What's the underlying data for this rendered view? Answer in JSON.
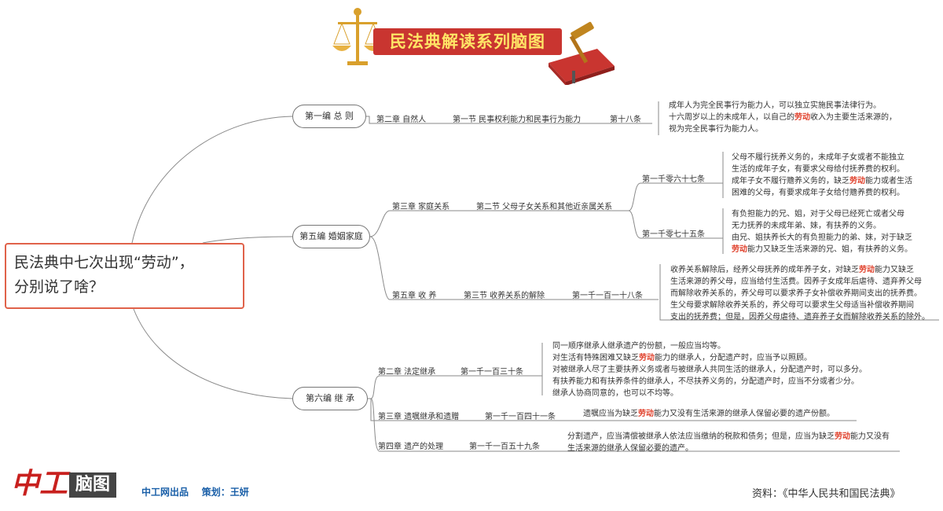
{
  "header": {
    "title": "民法典解读系列脑图"
  },
  "root": {
    "line1": "民法典中七次出现“劳动”，",
    "line2": "分别说了啥？"
  },
  "branches": {
    "b1": {
      "label": "第一编  总  则",
      "chapter": "第二章  自然人",
      "section": "第一节  民事权利能力和民事行为能力",
      "article": "第十八条",
      "text": [
        [
          "成年人为完全民事行为能力人，可以独立实施民事法律行为。"
        ],
        [
          "十六周岁以上的未成年人，以自己的",
          "劳动",
          "收入为主要生活来源的，"
        ],
        [
          "视为完全民事行为能力人。"
        ]
      ]
    },
    "b5": {
      "label": "第五编  婚姻家庭",
      "chapter1": "第三章  家庭关系",
      "section1": "第二节  父母子女关系和其他近亲属关系",
      "article1": "第一千零六十七条",
      "text1": [
        [
          "父母不履行抚养义务的，未成年子女或者不能独立"
        ],
        [
          "生活的成年子女，有要求父母给付抚养费的权利。"
        ],
        [
          "成年子女不履行赡养义务的，缺乏",
          "劳动",
          "能力或者生活"
        ],
        [
          "困难的父母，有要求成年子女给付赡养费的权利。"
        ]
      ],
      "article2": "第一千零七十五条",
      "text2": [
        [
          "有负担能力的兄、姐，对于父母已经死亡或者父母"
        ],
        [
          "无力抚养的未成年弟、妹，有扶养的义务。"
        ],
        [
          "由兄、姐扶养长大的有负担能力的弟、妹，对于缺乏"
        ],
        [
          "",
          "劳动",
          "能力又缺乏生活来源的兄、姐，有扶养的义务。"
        ]
      ],
      "chapter2": "第五章  收  养",
      "section2": "第三节  收养关系的解除",
      "article3": "第一千一百一十八条",
      "text3": [
        [
          "收养关系解除后，经养父母抚养的成年养子女，对缺乏",
          "劳动",
          "能力又缺乏"
        ],
        [
          "生活来源的养父母，应当给付生活费。因养子女成年后虐待、遗弃养父母"
        ],
        [
          "而解除收养关系的，养父母可以要求养子女补偿收养期间支出的抚养费。"
        ],
        [
          "生父母要求解除收养关系的，养父母可以要求生父母适当补偿收养期间"
        ],
        [
          "支出的抚养费；但是，因养父母虐待、遗弃养子女而解除收养关系的除外。"
        ]
      ]
    },
    "b6": {
      "label": "第六编  继  承",
      "chapter1": "第二章  法定继承",
      "article1": "第一千一百三十条",
      "text1": [
        [
          "同一顺序继承人继承遗产的份额，一般应当均等。"
        ],
        [
          "对生活有特殊困难又缺乏",
          "劳动",
          "能力的继承人，分配遗产时，应当予以照顾。"
        ],
        [
          "对被继承人尽了主要扶养义务或者与被继承人共同生活的继承人，分配遗产时，可以多分。"
        ],
        [
          "有扶养能力和有扶养条件的继承人，不尽扶养义务的，分配遗产时，应当不分或者少分。"
        ],
        [
          "继承人协商同意的，也可以不均等。"
        ]
      ],
      "chapter2": "第三章  遗嘱继承和遗赠",
      "article2": "第一千一百四十一条",
      "text2": [
        [
          "遗嘱应当为缺乏",
          "劳动",
          "能力又没有生活来源的继承人保留必要的遗产份额。"
        ]
      ],
      "chapter3": "第四章  遗产的处理",
      "article3": "第一千一百五十九条",
      "text3": [
        [
          "分割遗产，应当清偿被继承人依法应当缴纳的税款和债务；但是，应当为缺乏",
          "劳动",
          "能力又没有"
        ],
        [
          "生活来源的继承人保留必要的遗产。"
        ]
      ]
    }
  },
  "footer": {
    "logo_glyphs": "中工",
    "logo_box": "脑图",
    "credit": "中工网出品    策划：王妍",
    "source": "资料：《中华人民共和国民法典》"
  },
  "colors": {
    "accent": "#e0624a",
    "highlight": "#e0412c",
    "credit": "#1a5fa8",
    "logo": "#c8201e",
    "banner": "#c93530"
  }
}
